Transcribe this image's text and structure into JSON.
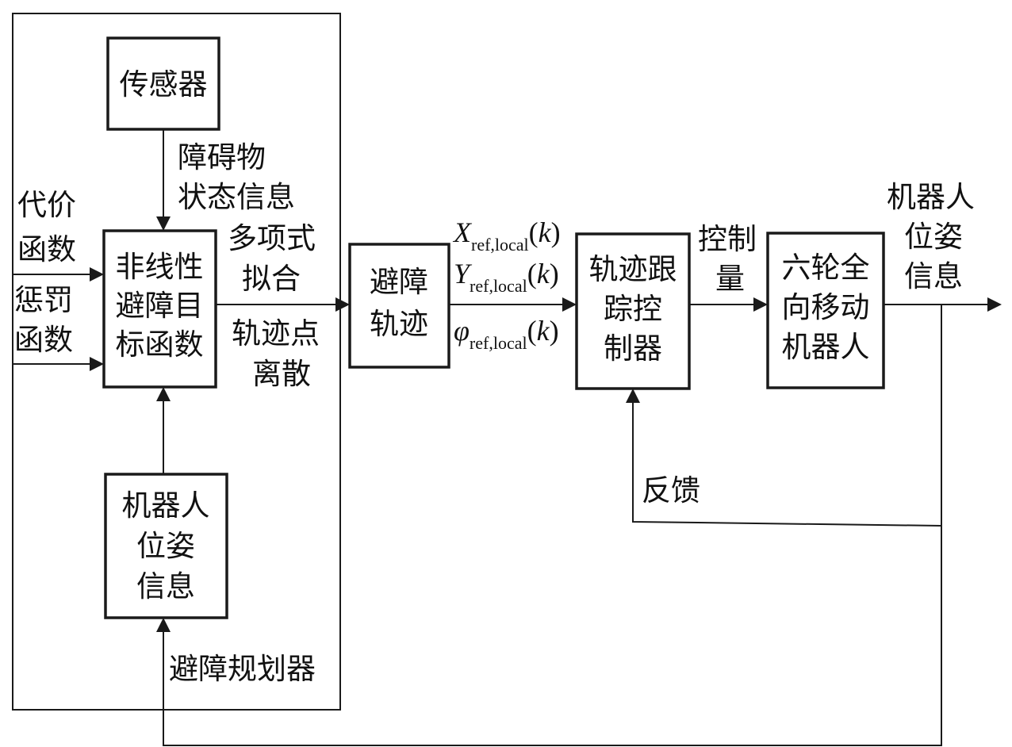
{
  "blocks": {
    "sensor": [
      "传感器"
    ],
    "objective": [
      "非线性",
      "避障目",
      "标函数"
    ],
    "robot_pose_box": [
      "机器人",
      "位姿",
      "信息"
    ],
    "avoid_traj": [
      "避障",
      "轨迹"
    ],
    "tracker": [
      "轨迹跟",
      "踪控",
      "制器"
    ],
    "robot": [
      "六轮全",
      "向移动",
      "机器人"
    ]
  },
  "labels": {
    "obstacle_state": [
      "障碍物",
      "状态信息"
    ],
    "cost_fn": [
      "代价",
      "函数"
    ],
    "penalty_fn": [
      "惩罚",
      "函数"
    ],
    "poly_fit": [
      "多项式",
      "拟合"
    ],
    "discrete": [
      "轨迹点",
      "离散"
    ],
    "planner": "避障规划器",
    "control": [
      "控制",
      "量"
    ],
    "robot_pose_out": [
      "机器人",
      "位姿",
      "信息"
    ],
    "feedback": "反馈"
  },
  "signals": [
    {
      "sym": "X",
      "sub": "ref,local",
      "arg": "k"
    },
    {
      "sym": "Y",
      "sub": "ref,local",
      "arg": "k"
    },
    {
      "sym": "φ",
      "sub": "ref,local",
      "arg": "k"
    }
  ]
}
